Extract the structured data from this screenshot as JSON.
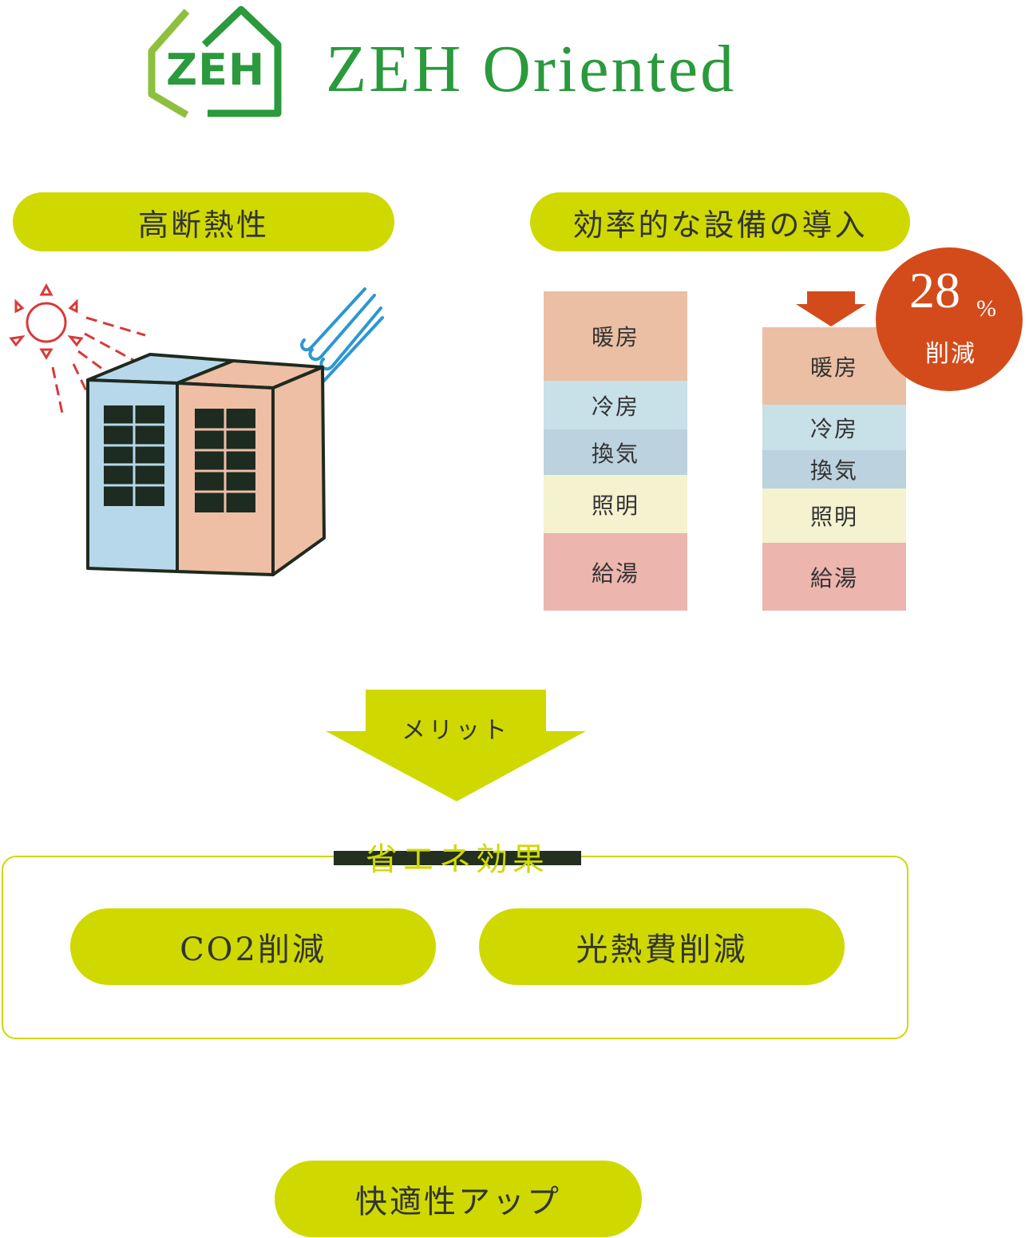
{
  "logo": {
    "badge_text": "ZEH",
    "title": "ZEH Oriented",
    "colors": {
      "green": "#2a9a3c",
      "light_green": "#8ec03f"
    }
  },
  "left_section": {
    "label": "高断熱性",
    "illustration": [
      "sun-icon",
      "wind-icon",
      "house-icon"
    ]
  },
  "right_section": {
    "label": "効率的な設備の導入",
    "before_stack": [
      "暖房",
      "冷房",
      "換気",
      "照明",
      "給湯"
    ],
    "after_stack": [
      "暖房",
      "冷房",
      "換気",
      "照明",
      "給湯"
    ],
    "reduction": {
      "value": "28",
      "unit": "%",
      "label": "削減"
    }
  },
  "merit": {
    "label": "メリット"
  },
  "effect": {
    "title": "省エネ効果",
    "items": [
      "CO2削減",
      "光熱費削減"
    ]
  },
  "comfort": {
    "label": "快適性アップ"
  },
  "colors": {
    "pill": "#cfd900",
    "heating": "#ebbfa3",
    "cooling": "#c8e0e8",
    "ventilation": "#bcd2de",
    "lighting": "#f5f2d0",
    "hot_water": "#ecb5ae",
    "reduction_badge": "#d34b1b",
    "arrow": "#d34b1b"
  }
}
